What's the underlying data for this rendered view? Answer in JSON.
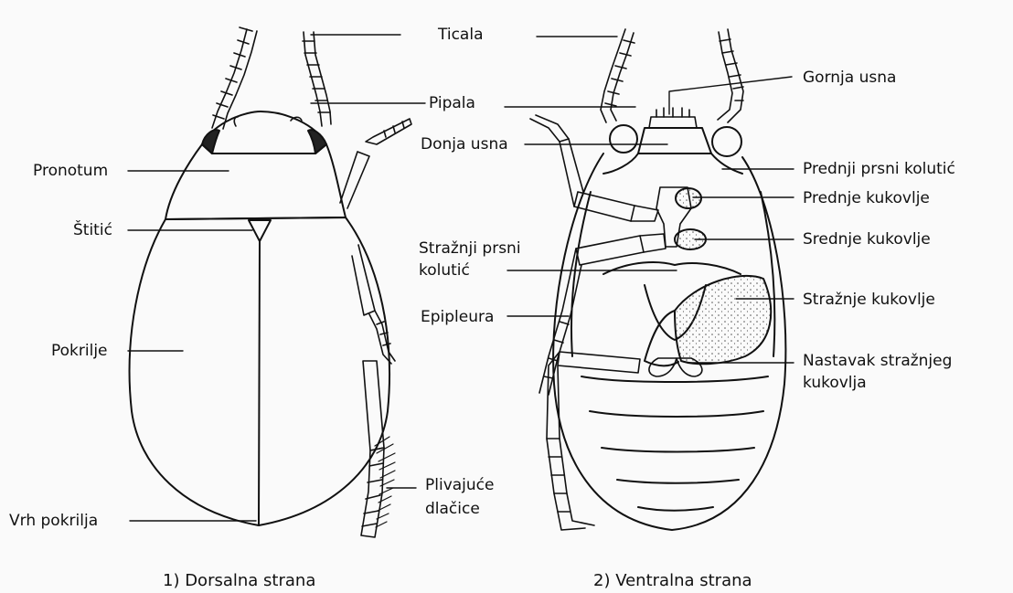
{
  "labels": {
    "ticala": "Ticala",
    "pipala": "Pipala",
    "gornja_usna": "Gornja usna",
    "donja_usna": "Donja usna",
    "pronotum": "Pronotum",
    "stitic": "Štitić",
    "pokrilje": "Pokrilje",
    "vrh_pokrilja": "Vrh pokrilja",
    "plivajuce_1": "Plivajuće",
    "plivajuce_2": "dlačice",
    "prednji_prsni": "Prednji prsni kolutić",
    "prednje_kukovlje": "Prednje kukovlje",
    "srednje_kukovlje": "Srednje kukovlje",
    "straznji_prsni_1": "Stražnji prsni",
    "straznji_prsni_2": "kolutić",
    "epipleura": "Epipleura",
    "straznje_kukovlje": "Stražnje kukovlje",
    "nastavak_1": "Nastavak stražnjeg",
    "nastavak_2": "kukovlja"
  },
  "captions": {
    "dorsal": "1) Dorsalna strana",
    "ventral": "2) Ventralna strana"
  }
}
